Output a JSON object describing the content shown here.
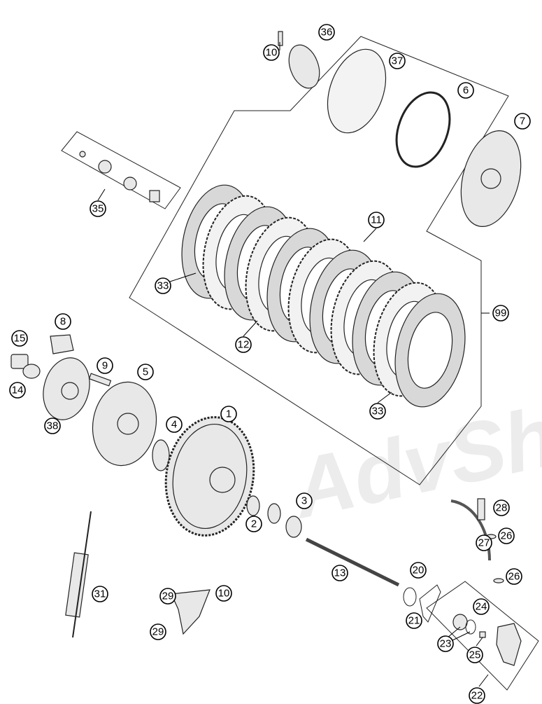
{
  "diagram": {
    "watermark": "AdvShop",
    "callouts": [
      "36",
      "10",
      "37",
      "6",
      "7",
      "35",
      "11",
      "33",
      "99",
      "8",
      "15",
      "12",
      "9",
      "5",
      "14",
      "38",
      "33",
      "1",
      "4",
      "3",
      "2",
      "28",
      "26",
      "27",
      "13",
      "20",
      "26",
      "31",
      "29",
      "10",
      "24",
      "21",
      "29",
      "23",
      "25",
      "22"
    ]
  }
}
